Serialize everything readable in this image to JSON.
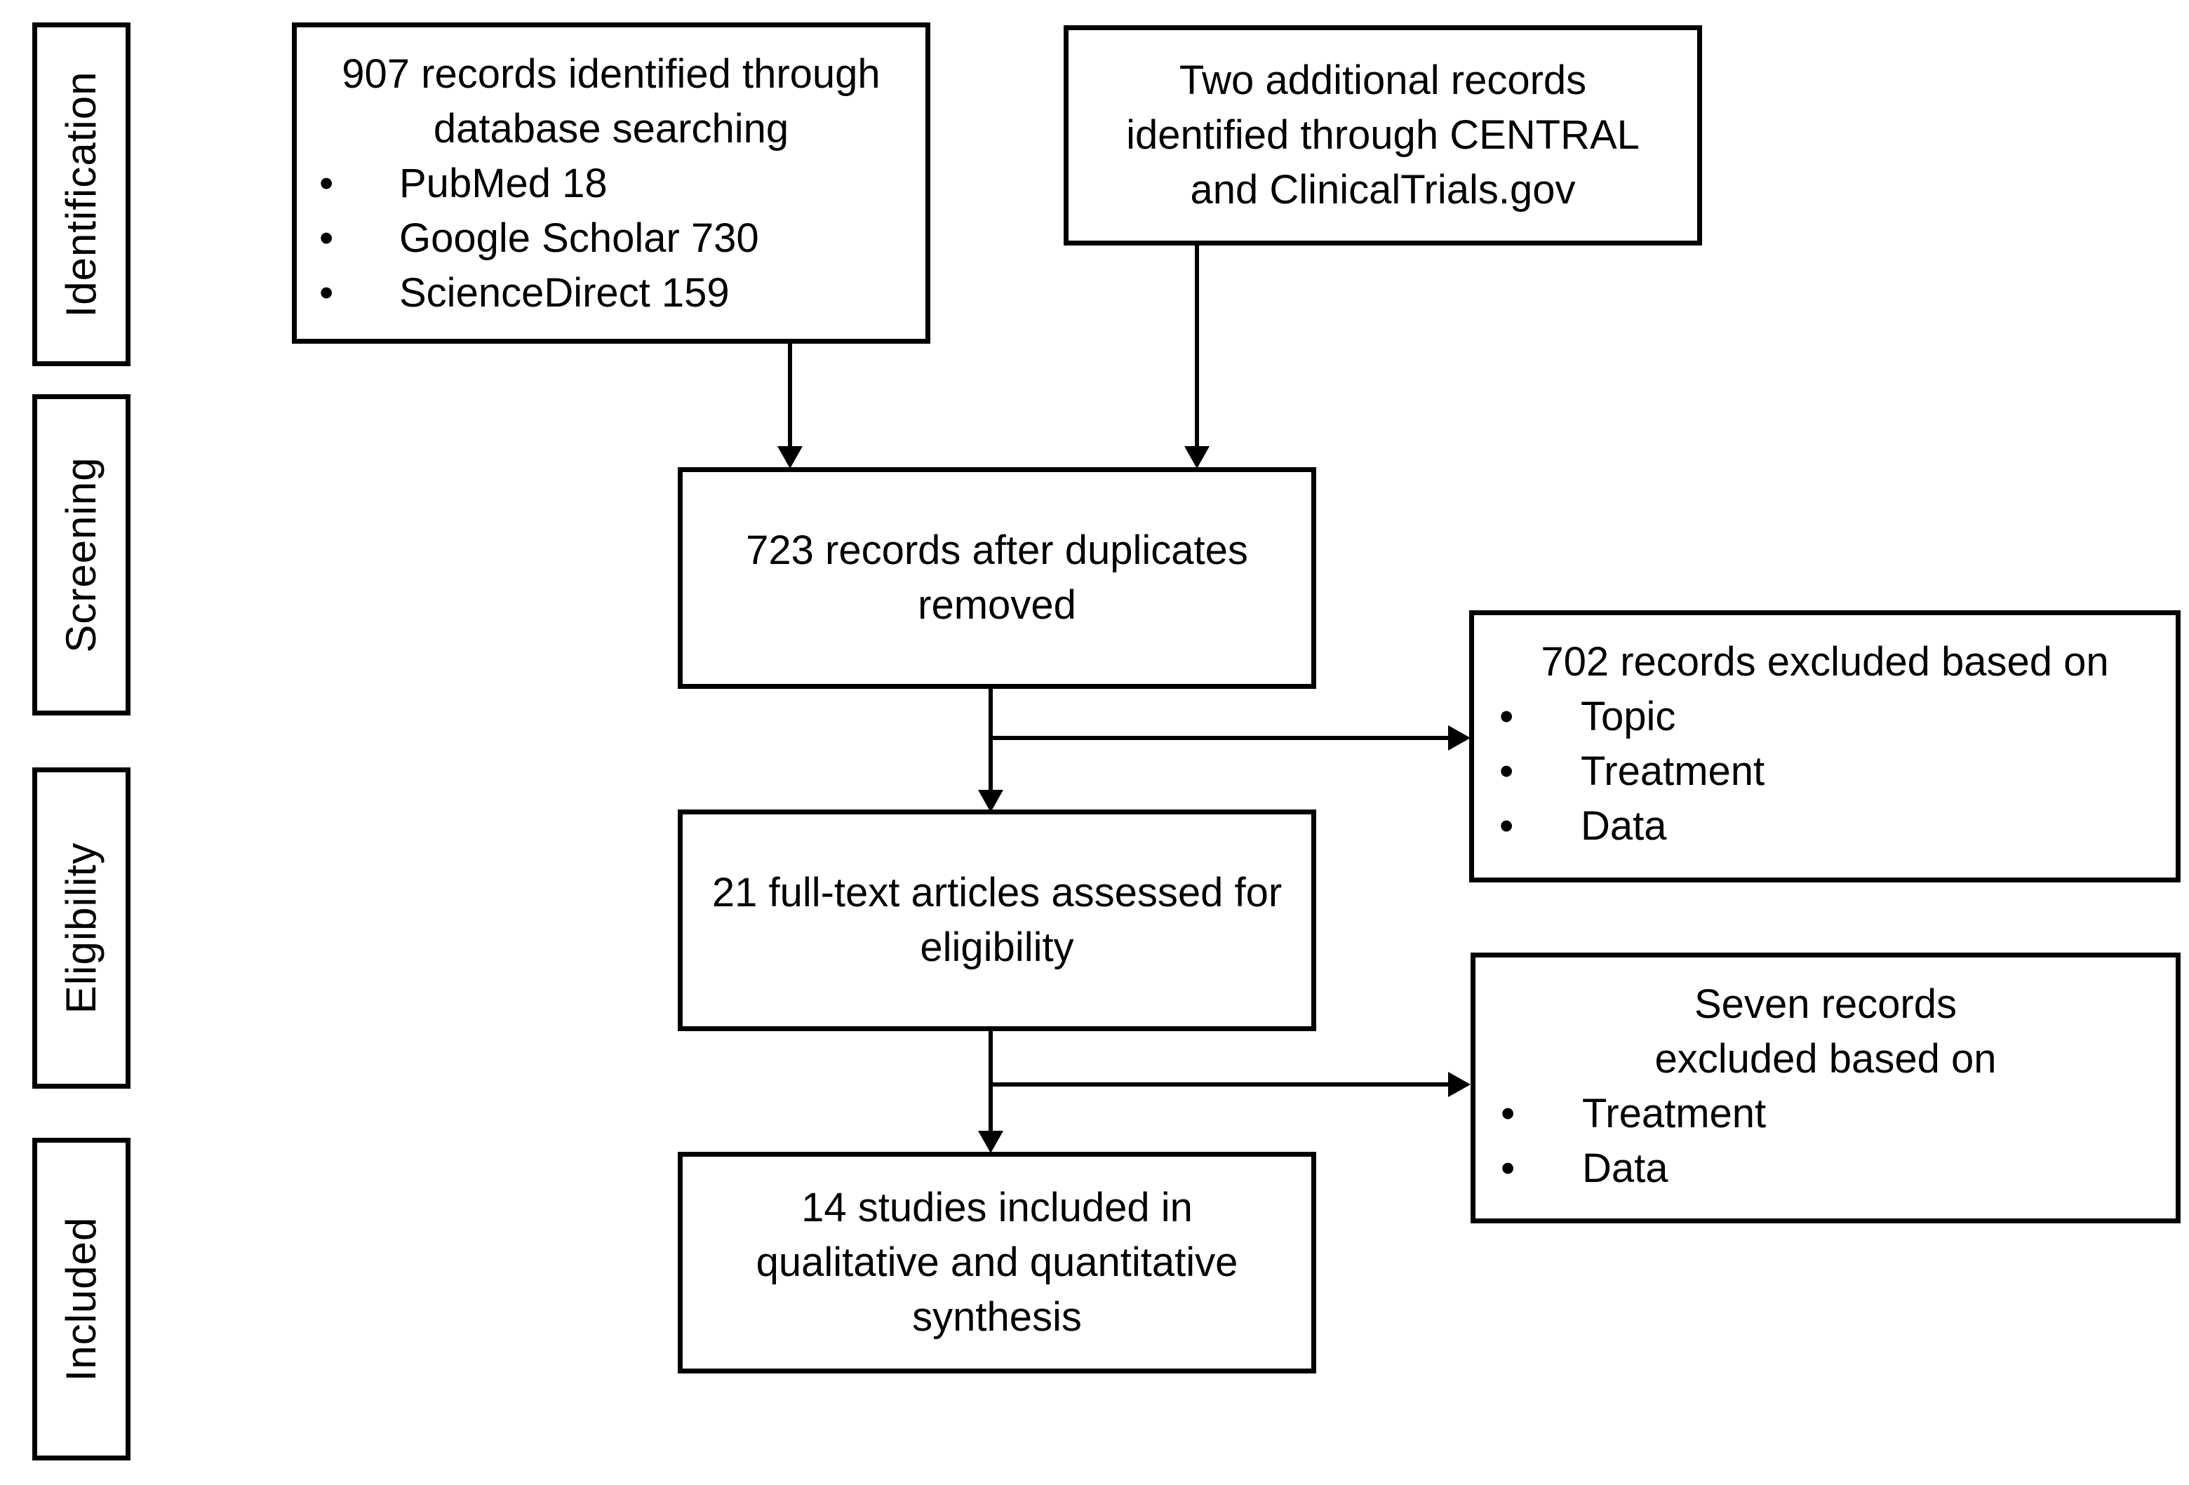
{
  "stages": [
    {
      "label": "Identification"
    },
    {
      "label": "Screening"
    },
    {
      "label": "Eligibility"
    },
    {
      "label": "Included"
    }
  ],
  "boxes": {
    "database": {
      "title": "907 records identified through database searching",
      "items": [
        "PubMed 18",
        "Google Scholar 730",
        "ScienceDirect 159"
      ]
    },
    "additional": {
      "title": "Two additional records identified through CENTRAL and ClinicalTrials.gov"
    },
    "after_duplicates": {
      "title": "723 records after duplicates removed"
    },
    "excluded_screening": {
      "title": "702 records excluded based on",
      "items": [
        "Topic",
        "Treatment",
        "Data"
      ]
    },
    "full_text": {
      "title": "21 full-text articles assessed for eligibility"
    },
    "excluded_eligibility": {
      "title": "Seven records excluded based on",
      "items": [
        "Treatment",
        "Data"
      ]
    },
    "included": {
      "title": "14 studies included in qualitative and quantitative synthesis"
    }
  },
  "bullet_symbol": "•"
}
